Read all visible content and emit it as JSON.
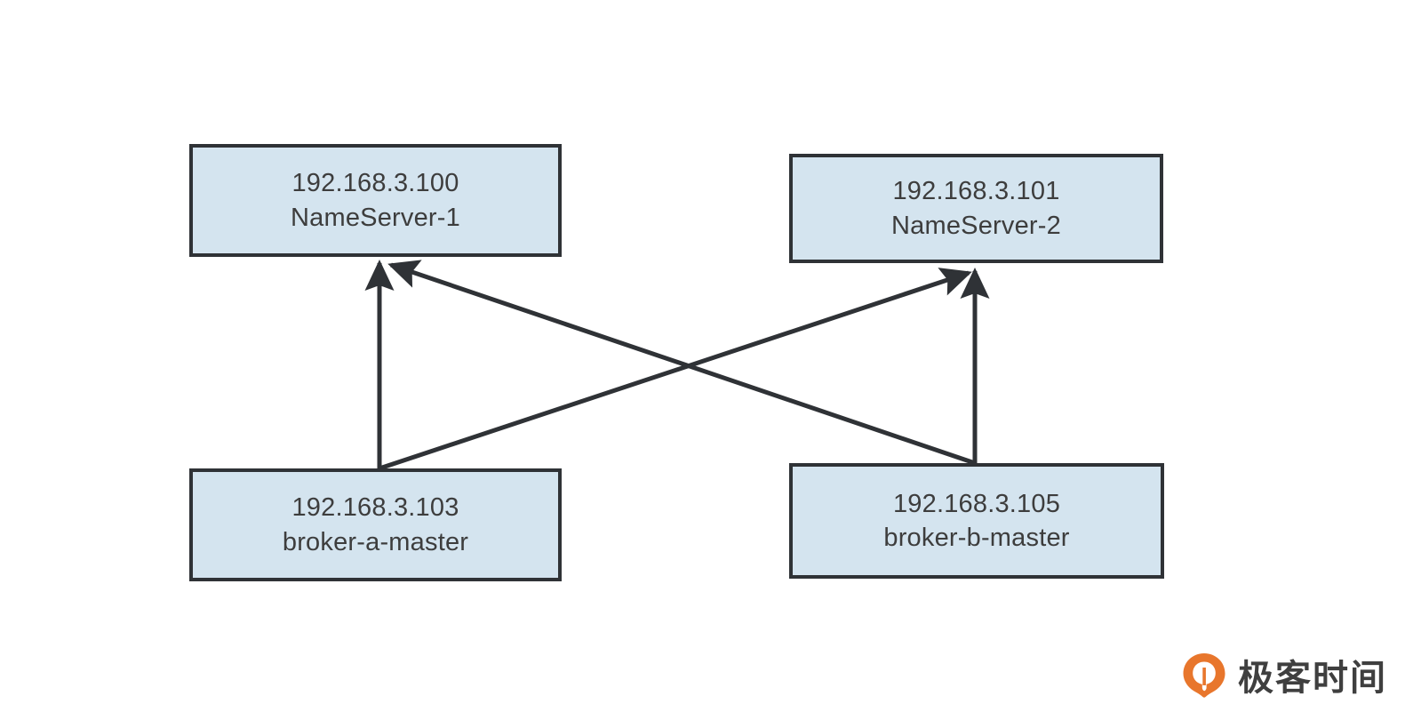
{
  "diagram": {
    "type": "network-topology",
    "background_color": "#ffffff",
    "node_fill_color": "#d4e4ef",
    "node_border_color": "#2f3236",
    "text_color": "#3d3d3d",
    "edge_color": "#2f3236",
    "nodes": [
      {
        "id": "nameserver-1",
        "ip": "192.168.3.100",
        "name": "NameServer-1",
        "role": "nameserver"
      },
      {
        "id": "nameserver-2",
        "ip": "192.168.3.101",
        "name": "NameServer-2",
        "role": "nameserver"
      },
      {
        "id": "broker-a",
        "ip": "192.168.3.103",
        "name": "broker-a-master",
        "role": "broker"
      },
      {
        "id": "broker-b",
        "ip": "192.168.3.105",
        "name": "broker-b-master",
        "role": "broker"
      }
    ],
    "edges": [
      {
        "id": "broker-a-to-nameserver-1",
        "from": "broker-a",
        "to": "nameserver-1",
        "arrow": "to"
      },
      {
        "id": "broker-a-to-nameserver-2",
        "from": "broker-a",
        "to": "nameserver-2",
        "arrow": "to"
      },
      {
        "id": "broker-b-to-nameserver-1",
        "from": "broker-b",
        "to": "nameserver-1",
        "arrow": "to"
      },
      {
        "id": "broker-b-to-nameserver-2",
        "from": "broker-b",
        "to": "nameserver-2",
        "arrow": "to"
      }
    ]
  },
  "watermark": {
    "text": "极客时间",
    "logo_color": "#e8762c",
    "text_color": "#3f3f3f"
  }
}
